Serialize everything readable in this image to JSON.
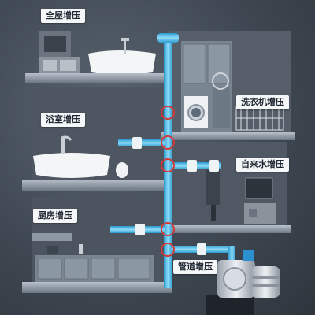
{
  "labels": {
    "whole_house": "全屋增压",
    "bathroom": "浴室增压",
    "washing_machine": "洗衣机增压",
    "tap_water": "自来水增压",
    "kitchen": "厨房增压",
    "pipeline": "管道增压"
  },
  "colors": {
    "background": "#3f4852",
    "pipe": "#5cc8f0",
    "pipe_dark": "#2b9bd0",
    "joint": "#d23a3a",
    "shelf": "#8e98a4",
    "label_bg": "#f4f6f8",
    "label_text": "#1d2530"
  }
}
